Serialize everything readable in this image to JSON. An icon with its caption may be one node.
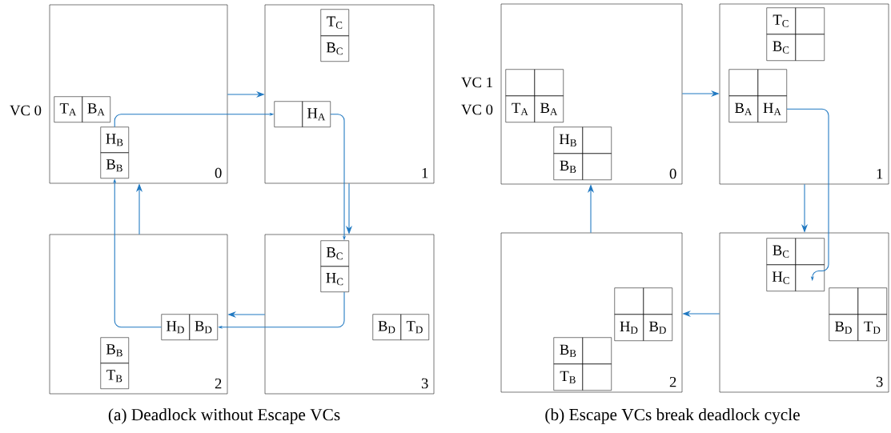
{
  "diagram": {
    "nodes": [
      {
        "text": [
          "0"
        ]
      },
      {
        "text": [
          "T$_{A}$"
        ],
        "in": 0
      },
      {
        "text": [
          "B$_{A}$"
        ],
        "in": 0
      },
      {
        "text": [
          "H$_{B}$"
        ],
        "in": 0
      },
      {
        "text": [
          "B$_{B}$"
        ],
        "in": 0
      },
      {
        "text": [
          "1"
        ]
      },
      {
        "text": [
          "T$_{C}$"
        ],
        "in": 5
      },
      {
        "text": [
          "B$_{C}$"
        ],
        "in": 5
      },
      {
        "text": [],
        "shape": "box",
        "in": 5
      },
      {
        "text": [
          "H$_{A}$"
        ],
        "in": 5
      },
      {
        "text": [
          "2"
        ]
      },
      {
        "text": [
          "H$_{D}$"
        ],
        "in": 10
      },
      {
        "text": [
          "B$_{D}$"
        ],
        "in": 10
      },
      {
        "text": [
          "B$_{B}$"
        ],
        "in": 10
      },
      {
        "text": [
          "T$_{B}$"
        ],
        "in": 10
      },
      {
        "text": [
          "3"
        ]
      },
      {
        "text": [
          "B$_{C}$"
        ],
        "in": 15
      },
      {
        "text": [
          "H$_{C}$"
        ],
        "in": 15
      },
      {
        "text": [
          "B$_{D}$"
        ],
        "in": 15
      },
      {
        "text": [
          "T$_{D}$"
        ],
        "in": 15
      },
      {
        "text": [
          "0"
        ]
      },
      {
        "text": [],
        "shape": "box",
        "in": 20
      },
      {
        "text": [],
        "shape": "box",
        "in": 20
      },
      {
        "text": [
          "T$_{A}$"
        ],
        "in": 20
      },
      {
        "text": [
          "B$_{A}$"
        ],
        "in": 20
      },
      {
        "text": [
          "H$_{B}$"
        ],
        "in": 20
      },
      {
        "text": [],
        "shape": "box",
        "in": 20
      },
      {
        "text": [
          "B$_{B}$"
        ],
        "in": 20
      },
      {
        "text": [],
        "shape": "box",
        "in": 20
      },
      {
        "text": [
          "1"
        ]
      },
      {
        "text": [
          "T$_{C}$"
        ],
        "in": 29
      },
      {
        "text": [],
        "shape": "box",
        "in": 29
      },
      {
        "text": [
          "B$_{C}$"
        ],
        "in": 29
      },
      {
        "text": [],
        "shape": "box",
        "in": 29
      },
      {
        "text": [],
        "shape": "box",
        "in": 29
      },
      {
        "text": [],
        "shape": "box",
        "in": 29
      },
      {
        "text": [
          "B$_{A}$"
        ],
        "in": 29
      },
      {
        "text": [
          "H$_{A}$"
        ],
        "in": 29
      },
      {
        "text": [
          "2"
        ]
      },
      {
        "text": [],
        "shape": "box",
        "in": 38
      },
      {
        "text": [],
        "shape": "box",
        "in": 38
      },
      {
        "text": [
          "H$_{D}$"
        ],
        "in": 38
      },
      {
        "text": [
          "B$_{D}$"
        ],
        "in": 38
      },
      {
        "text": [
          "B$_{B}$"
        ],
        "in": 38
      },
      {
        "text": [],
        "shape": "box",
        "in": 38
      },
      {
        "text": [
          "T$_{B}$"
        ],
        "in": 38
      },
      {
        "text": [],
        "shape": "box",
        "in": 38
      },
      {
        "text": [
          "3"
        ]
      },
      {
        "text": [
          "B$_{C}$"
        ],
        "in": 47
      },
      {
        "text": [],
        "shape": "box",
        "in": 47
      },
      {
        "text": [
          "H$_{C}$"
        ],
        "in": 47
      },
      {
        "text": [],
        "shape": "box",
        "in": 47
      },
      {
        "text": [],
        "shape": "box",
        "in": 47
      },
      {
        "text": [],
        "shape": "box",
        "in": 47
      },
      {
        "text": [
          "B$_{D}$"
        ],
        "in": 47
      },
      {
        "text": [
          "T$_{D}$"
        ],
        "in": 47
      }
    ],
    "edges": [
      {
        "from": 0,
        "to": 5,
        "arrow": "to"
      },
      {
        "from": 5,
        "to": 15,
        "arrow": "to"
      },
      {
        "from": 15,
        "to": 10,
        "arrow": "to"
      },
      {
        "from": 10,
        "to": 0,
        "arrow": "to"
      },
      {
        "from": 3,
        "to": 8,
        "arrow": "to"
      },
      {
        "from": 9,
        "to": 16,
        "arrow": "to"
      },
      {
        "from": 17,
        "to": 12,
        "arrow": "to"
      },
      {
        "from": 11,
        "to": 4,
        "arrow": "to"
      },
      {
        "from": 20,
        "to": 29,
        "arrow": "to"
      },
      {
        "from": 29,
        "to": 47,
        "arrow": "to"
      },
      {
        "from": 47,
        "to": 38,
        "arrow": "to"
      },
      {
        "from": 38,
        "to": 20,
        "arrow": "to"
      },
      {
        "from": 37,
        "to": 51,
        "arrow": "to"
      }
    ],
    "labels": [
      "VC 0",
      "VC 1",
      "VC 0",
      "(a) Deadlock without Escape VCs",
      "(b) Escape VCs break deadlock cycle"
    ]
  }
}
